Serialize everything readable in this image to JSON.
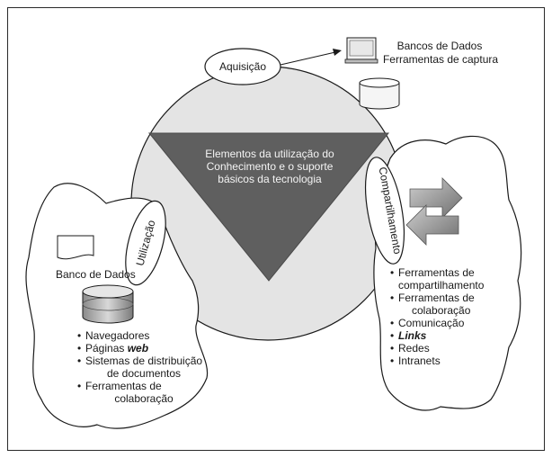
{
  "center": {
    "line1": "Elementos da utilização do",
    "line2": "Conhecimento e o suporte",
    "line3": "básicos da tecnologia"
  },
  "acquisition": {
    "label": "Aquisição",
    "items": [
      "Bancos de Dados",
      "Ferramentas de captura"
    ]
  },
  "sharing": {
    "label": "Compartilhamento",
    "items": [
      {
        "line1": "Ferramentas de",
        "line2": "compartilhamento"
      },
      {
        "line1": "Ferramentas de",
        "line2": "colaboração"
      },
      {
        "line1": "Comunicação"
      },
      {
        "line1": "Links"
      },
      {
        "line1": "Redes"
      },
      {
        "line1": "Intranets"
      }
    ]
  },
  "usage": {
    "label": "Utilização",
    "database": "Banco de Dados",
    "items": [
      {
        "line1": "Navegadores"
      },
      {
        "line1": "Páginas ",
        "em": "web"
      },
      {
        "line1": "Sistemas de distribuição",
        "line2": "de documentos"
      },
      {
        "line1": "Ferramentas de",
        "line2": "colaboração"
      }
    ]
  },
  "colors": {
    "triangle": "#5f5f5f",
    "circle": "#e4e4e4",
    "line": "#1a1a1a"
  }
}
